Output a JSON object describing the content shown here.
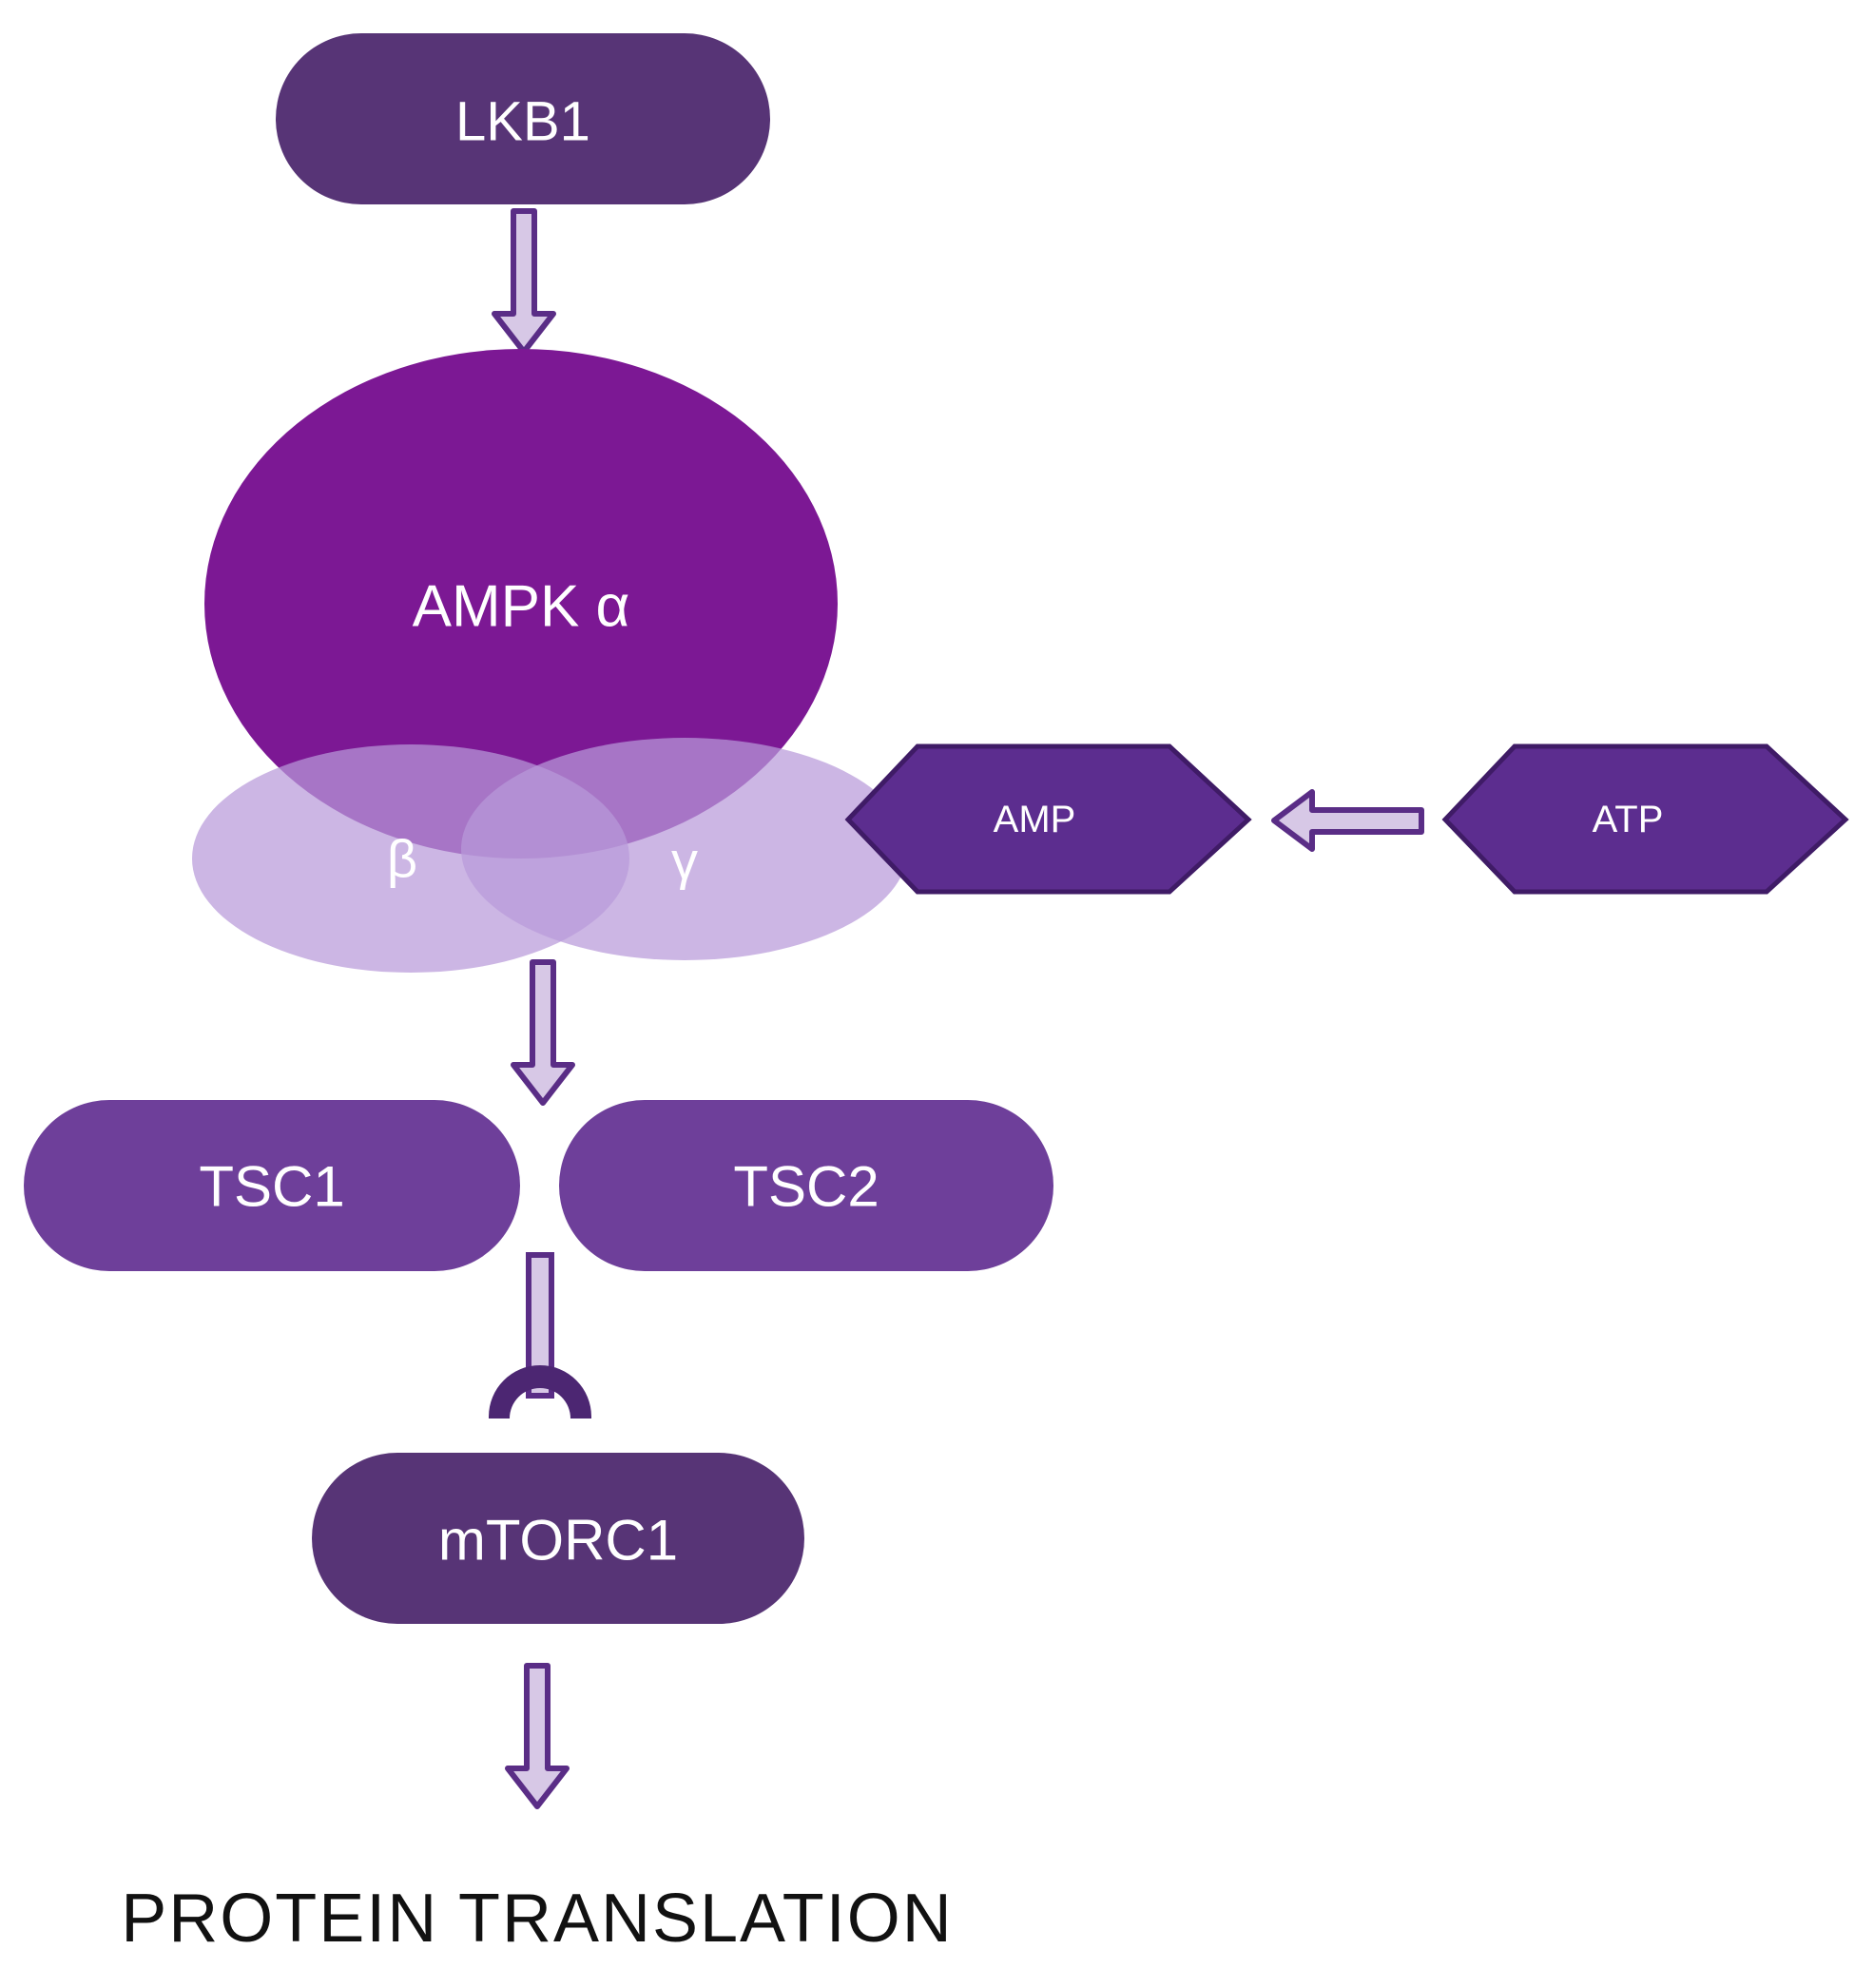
{
  "colors": {
    "dark_pill": "#573476",
    "medium_pill": "#6e3f9a",
    "ampk_alpha": "#7c1894",
    "subunit_fill": "#b89ada",
    "hexagon_fill": "#5c2d8f",
    "hexagon_stroke": "#3f1b66",
    "arrow_fill": "#d7c8e6",
    "arrow_stroke": "#5a2d86",
    "inhibitor": "#4c2672",
    "footer_text": "#111111"
  },
  "nodes": {
    "lkb1": "LKB1",
    "ampk_alpha": "AMPK α",
    "beta": "β",
    "gamma": "γ",
    "amp": "AMP",
    "atp": "ATP",
    "tsc1": "TSC1",
    "tsc2": "TSC2",
    "mtorc1": "mTORC1"
  },
  "footer": {
    "label": "PROTEIN TRANSLATION"
  }
}
